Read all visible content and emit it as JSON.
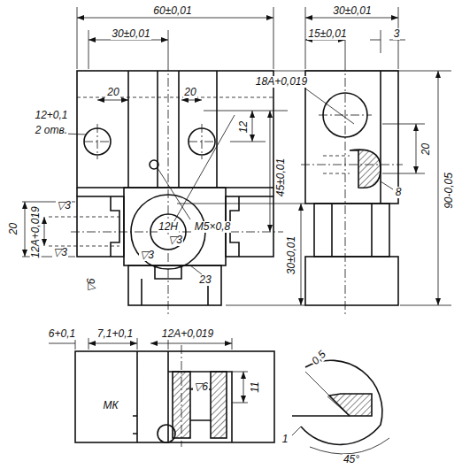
{
  "diagram": {
    "labels": [
      "60±0,01",
      "30±0,01",
      "20",
      "20",
      "12+0,1",
      "2 отв.",
      "12",
      "М5×0,8",
      "45±0,01",
      "20",
      "12А+0,019",
      "▽3",
      "▽3",
      "12Н",
      "▽3",
      "▽3",
      "▽6",
      "23",
      "30±0,01",
      "90-0,05",
      "30±0,01",
      "15±0,01",
      "3",
      "18А+0,019",
      "20",
      "8",
      "6+0,1",
      "7,1+0,1",
      "12А+0,019",
      "▽6",
      "11",
      "МК",
      "0,5",
      "1",
      "45°"
    ]
  }
}
